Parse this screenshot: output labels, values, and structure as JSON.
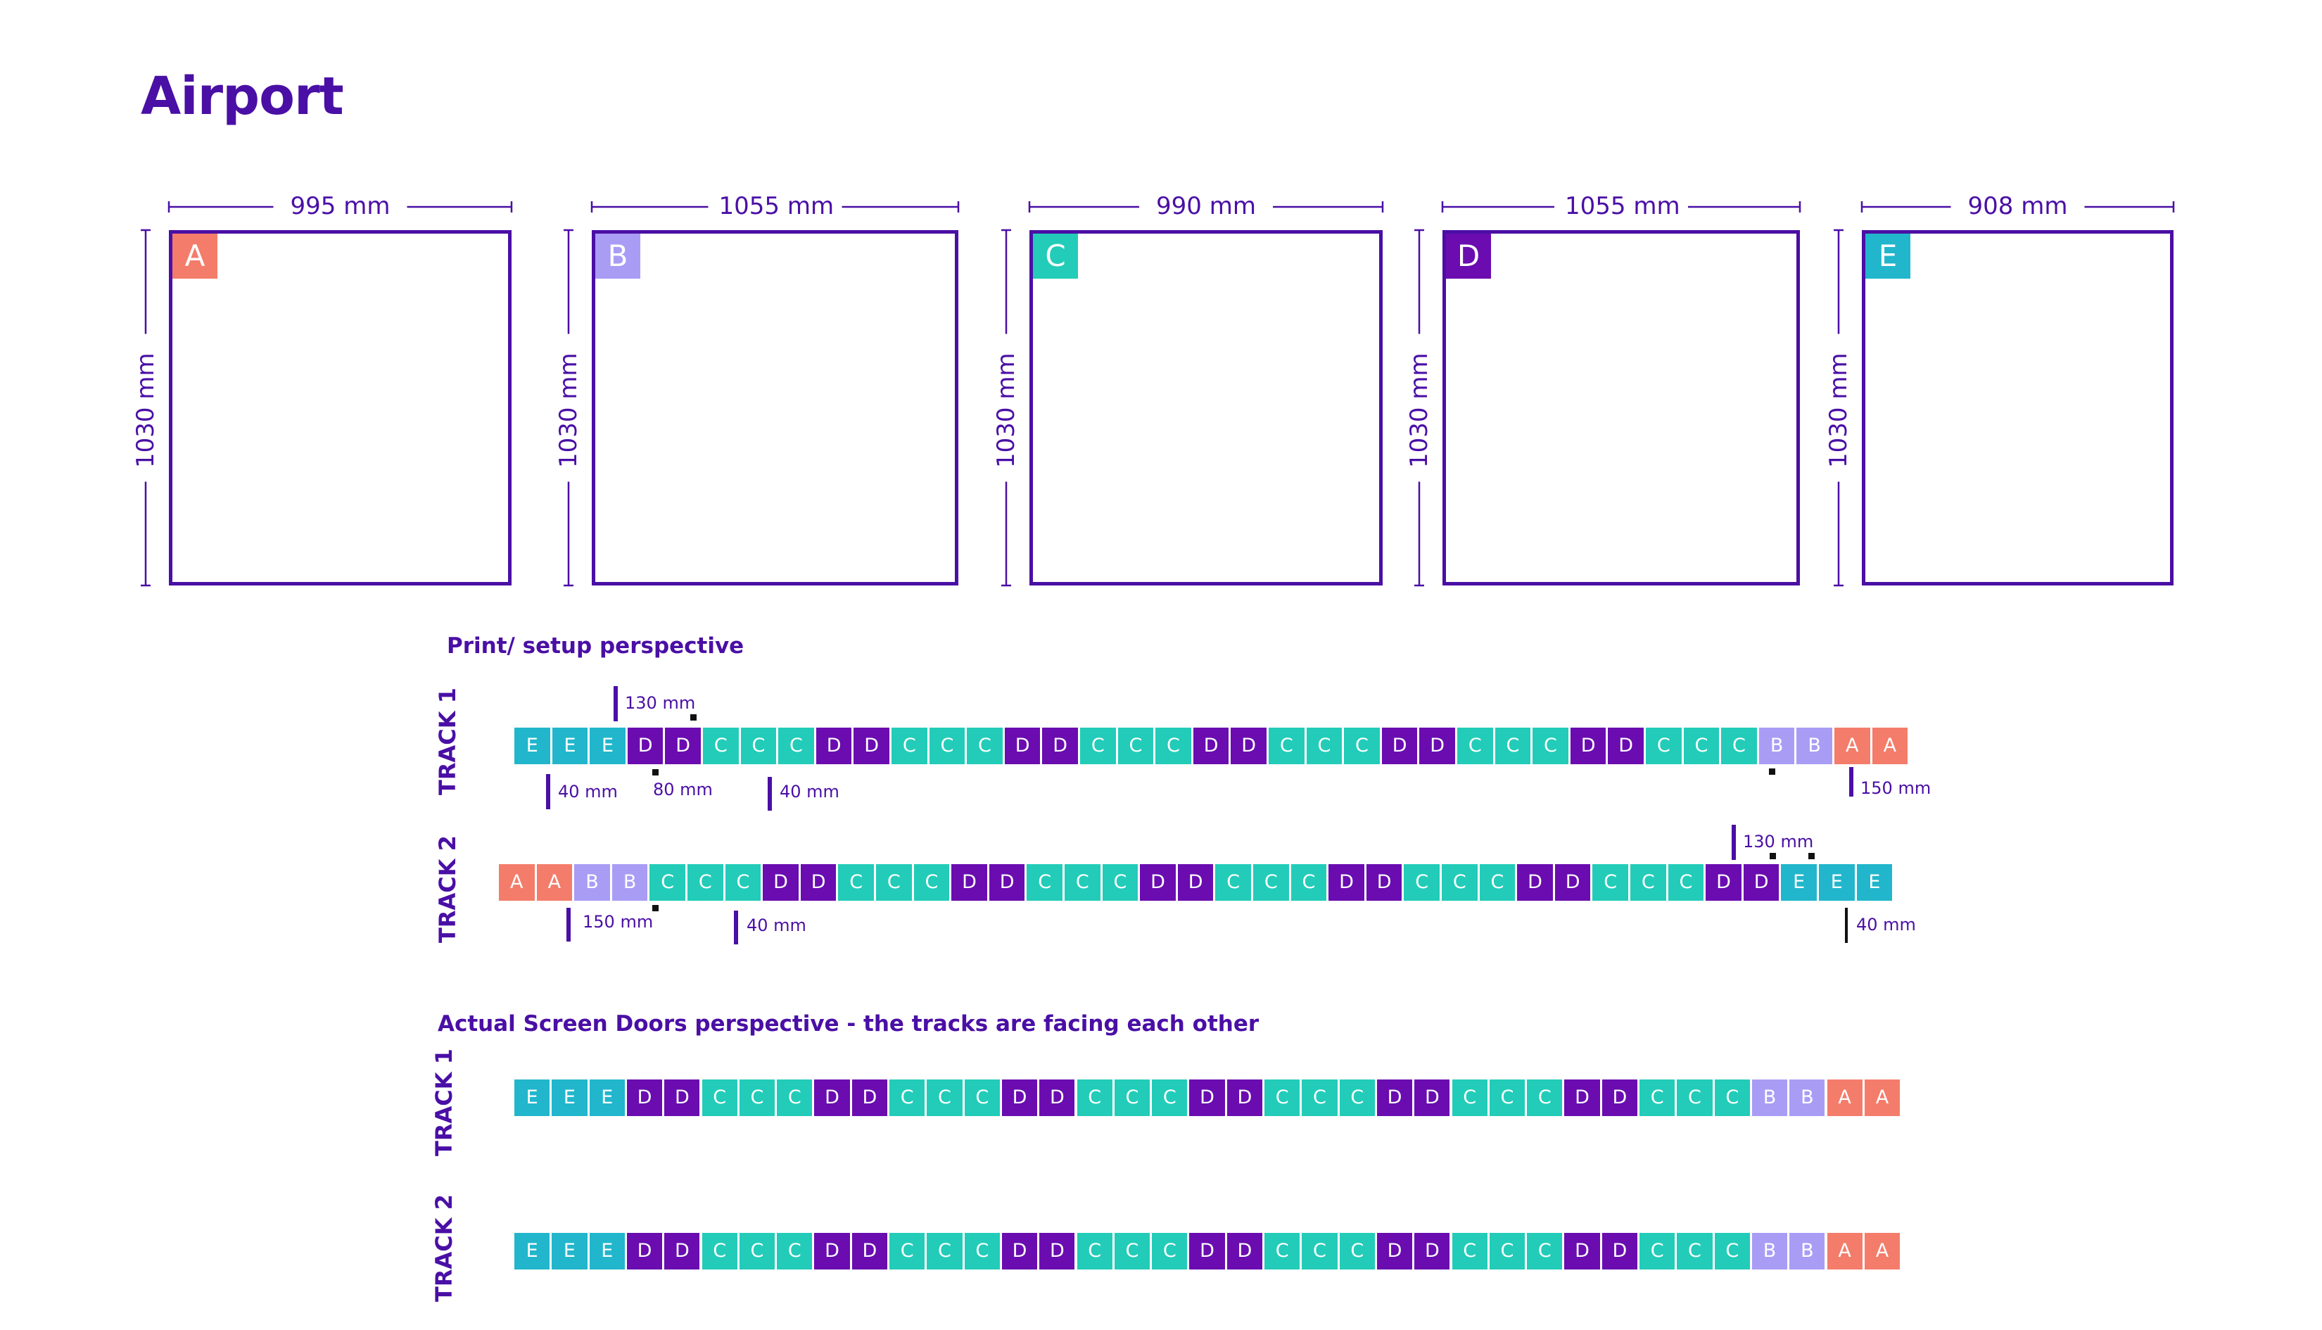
{
  "title": "Airport",
  "colors": {
    "primary": "#4a0fa5",
    "A": "#f47c6a",
    "B": "#a99cf5",
    "C": "#22ccb8",
    "D": "#6a0cb0",
    "E": "#21b6cc"
  },
  "panels": [
    {
      "id": "A",
      "width_label": "995 mm",
      "height_label": "1030 mm"
    },
    {
      "id": "B",
      "width_label": "1055 mm",
      "height_label": "1030 mm"
    },
    {
      "id": "C",
      "width_label": "990 mm",
      "height_label": "1030 mm"
    },
    {
      "id": "D",
      "width_label": "1055 mm",
      "height_label": "1030 mm"
    },
    {
      "id": "E",
      "width_label": "908 mm",
      "height_label": "1030 mm"
    }
  ],
  "print_section": {
    "title": "Print/ setup perspective",
    "track1_label": "TRACK 1",
    "track2_label": "TRACK 2",
    "track1_measures": [
      "130 mm",
      "40 mm",
      "80 mm",
      "40 mm",
      "150 mm"
    ],
    "track2_measures": [
      "130 mm",
      "150 mm",
      "40 mm",
      "40 mm"
    ]
  },
  "actual_section": {
    "title": "Actual Screen Doors perspective - the tracks are facing each other",
    "track1_label": "TRACK 1",
    "track2_label": "TRACK 2"
  },
  "sequences": {
    "forward": [
      "E",
      "E",
      "E",
      "D",
      "D",
      "C",
      "C",
      "C",
      "D",
      "D",
      "C",
      "C",
      "C",
      "D",
      "D",
      "C",
      "C",
      "C",
      "D",
      "D",
      "C",
      "C",
      "C",
      "D",
      "D",
      "C",
      "C",
      "C",
      "D",
      "D",
      "C",
      "C",
      "C",
      "B",
      "B",
      "A",
      "A"
    ],
    "reverse": [
      "A",
      "A",
      "B",
      "B",
      "C",
      "C",
      "C",
      "D",
      "D",
      "C",
      "C",
      "C",
      "D",
      "D",
      "C",
      "C",
      "C",
      "D",
      "D",
      "C",
      "C",
      "C",
      "D",
      "D",
      "C",
      "C",
      "C",
      "D",
      "D",
      "C",
      "C",
      "C",
      "D",
      "D",
      "E",
      "E",
      "E"
    ]
  }
}
